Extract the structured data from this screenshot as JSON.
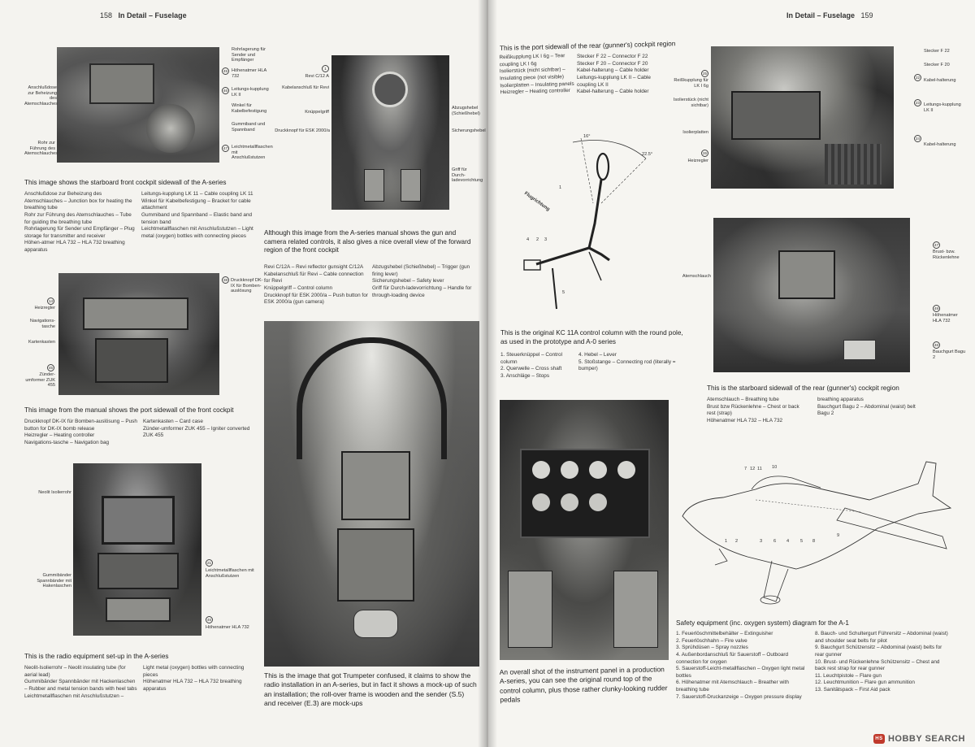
{
  "left_header": {
    "page_number": "158",
    "title": "In Detail – Fuselage"
  },
  "right_header": {
    "title": "In Detail – Fuselage",
    "page_number": "159"
  },
  "photo1": {
    "caption": "This image shows the starboard front cockpit sidewall of the A-series",
    "labels_left": [
      "Anschlußdose zur Beheizung des Atemschlauches",
      "Rohr zur Führung des Atemschlauches"
    ],
    "labels_right": [
      "Rohrlagerung für Sender und Empfänger",
      "Höhenatmer HLA 732",
      "Leitungs-kupplung LK II",
      "Winkel für Kabelbefestigung",
      "Gummiband und Spannband",
      "Leichtmetallflaschen mit Anschlußstutzen"
    ],
    "numbers": [
      "45",
      "46",
      "47"
    ],
    "col1": [
      "Anschlußdose zur Beheizung des Atemschlauches – Junction box for heating the breathing tube",
      "Rohr zur Führung des Atemschlauches – Tube for guiding the breathing tube",
      "Rohrlagerung für Sender und Empfänger – Plug storage for transmitter and receiver",
      "Höhen-atmer HLA 732 – HLA 732 breathing apparatus"
    ],
    "col2": [
      "Leitungs-kupplung LK 11 – Cable coupling LK 11",
      "Winkel für Kabelbefestigung – Bracket for cable attachment",
      "Gummiband und Spannband – Elastic band and tension band",
      "Leichtmetallflaschen mit Anschlußstutzen – Light metal (oxygen) bottles with connecting pieces"
    ]
  },
  "photo2": {
    "caption": "This image from the manual shows the port sidewall of the front cockpit",
    "labels_left": [
      "Heizregler",
      "Navigations-tasche",
      "Kartenkasten",
      "Zünder-umformer ZUK 455"
    ],
    "labels_right": [
      "Druckknopf DK-IX für Bomben-auslösung"
    ],
    "numbers": [
      "14",
      "45",
      "38"
    ],
    "col1": [
      "Druckknopf DK-IX für Bomben-auslösung – Push button for DK-IX bomb release",
      "Heizregler – Heating controller",
      "Navigations-tasche – Navigation bag"
    ],
    "col2": [
      "Kartenkasten – Card case",
      "Zünder-umformer ZUK 455 – Igniter converted ZUK 455"
    ]
  },
  "photo3": {
    "caption": "This is the radio equipment set-up in the A-series",
    "labels_left": [
      "Neolit Isolierrohr",
      "Gummibänder Spannbänder mit Hakenlaschen"
    ],
    "labels_right": [
      "Leichtmetallflaschen mit Anschlußstutzen",
      "Höhenatmer HLA 732"
    ],
    "numbers": [
      "21",
      "46"
    ],
    "col1": [
      "Neolit-Isolierrohr – Neolit insulating tube (for aerial lead)",
      "Gummibänder Spannbänder mit Hackenlaschen – Rubber and metal tension bands with heel tabs",
      "Leichtmetallflaschen mit Anschlußstutzen –"
    ],
    "col2": [
      "Light metal (oxygen) bottles with connecting pieces",
      "Höhenatmer HLA 732 – HLA 732 breathing apparatus"
    ]
  },
  "photo4": {
    "labels_left": [
      "Revi C/12 A",
      "Kabelanschluß für Revi",
      "Knüppelgriff",
      "Druckknopf für ESK 2000/a"
    ],
    "labels_right": [
      "Abzugshebel (Schießhebel)",
      "Sicherungshebel",
      "Griff für Durch-ladevorrichtung"
    ],
    "numbers": [
      "1"
    ],
    "caption": "Although this image from the A-series manual shows the gun and camera related controls, it also gives a nice overall view of the forward region of the front cockpit",
    "col1": [
      "Revi C/12A – Revi reflector gunsight C/12A",
      "Kabelanschluß für Revi – Cable connection for Revi",
      "Knüppelgriff – Control column",
      "Druckknopf für ESK 2000/a – Push button for ESK 2000/a (gun camera)"
    ],
    "col2": [
      "Abzugshebel (Schießhebel) – Trigger (gun firing lever)",
      "Sicherungshebel – Safety lever",
      "Griff für Durch-ladevorrichtung – Handle for through-loading device"
    ]
  },
  "photo5": {
    "caption": "This is the image that got Trumpeter confused, it claims to show the radio installation in an A-series, but in fact it shows a mock-up of such an installation; the roll-over frame is wooden and the sender (S.5) and receiver (E.3) are mock-ups"
  },
  "rear_sidewall_port": {
    "caption": "This is the port sidewall of the rear (gunner's) cockpit region",
    "col1": [
      "Reißkupplung LK I 6g – Tear coupling LK I 6g",
      "Isolierstück (nicht sichtbar) – Insulating piece (not visible)",
      "Isolierplatten – Insulating panels",
      "Heizregler – Heating controller"
    ],
    "col2": [
      "Stecker F 22 – Connector F 22",
      "Stecker F 20 – Connector F 20",
      "Kabel-halterung – Cable holder",
      "Leitungs-kupplung LK II – Cable coupling LK II",
      "Kabel-halterung – Cable holder"
    ]
  },
  "photo6": {
    "labels_left": [
      "Reißkupplung für LK I 6g",
      "Isolierstück (nicht sichtbar)",
      "Isolierplatten",
      "Heizregler"
    ],
    "labels_right": [
      "Stecker F 22",
      "Stecker F 20",
      "Kabel-halterung",
      "Leitungs-kupplung LK II",
      "Kabel-halterung"
    ],
    "numbers": [
      "25",
      "26",
      "22",
      "23",
      "24"
    ]
  },
  "control_column": {
    "caption": "This is the original KC 11A control column with the round pole, as used in the prototype and A-0 series",
    "dims": [
      "16°",
      "22.5°"
    ],
    "part_numbers": [
      "1",
      "2",
      "3",
      "4",
      "5"
    ],
    "col1": [
      "1. Steuerknüppel – Control column",
      "2. Querwelle – Cross shaft",
      "3. Anschläge – Stops"
    ],
    "col2": [
      "4. Hebel – Lever",
      "5. Stoßstange – Connecting rod (literally = bumper)"
    ],
    "arrow_label": "Flugrichtung"
  },
  "photo7": {
    "caption": "This is the starboard sidewall of the rear (gunner's) cockpit region",
    "labels_left": [
      "Atemschlauch"
    ],
    "labels_right": [
      "Brust- bzw. Rückenlehne",
      "Höhenatmer HLA 732",
      "Bauchgurt Bagu 2"
    ],
    "numbers": [
      "47",
      "49",
      "46"
    ],
    "col1": [
      "Atemschlauch – Breathing tube",
      "Brust bzw Rückenlehne – Chest or back rest (strap)",
      "Höhenatmer HLA 732 – HLA 732"
    ],
    "col2": [
      "breathing apparatus",
      "Bauchgurt Bagu 2 – Abdominal (waist) belt Bagu 2"
    ]
  },
  "photo8": {
    "caption": "An overall shot of the instrument panel in a production A-series, you can see the original round top of the control column, plus those rather clunky-looking rudder pedals"
  },
  "safety_diagram": {
    "caption": "Safety equipment (inc. oxygen system) diagram for the A-1",
    "numbers": [
      "7",
      "12",
      "11",
      "10",
      "1",
      "2",
      "3",
      "6",
      "4",
      "5",
      "8",
      "9"
    ],
    "col1": [
      "1. Feuerlöschmittelbehälter – Extinguisher",
      "2. Feuerlöschhahn – Fire valve",
      "3. Sprühdüsen – Spray nozzles",
      "4. Außenbordanschluß für Sauerstoff – Outboard connection for oxygen",
      "5. Sauerstoff-Leicht-metallflaschen – Oxygen light metal bottles",
      "6. Höhenatmer mit Atemschlauch – Breather with breathing tube",
      "7. Sauerstoff-Druckanzeige – Oxygen pressure display"
    ],
    "col2": [
      "8. Bauch- und Schulter­gurt Führersitz – Abdominal (waist) and shoulder seat belts for pilot",
      "9. Bauchgurt Schützensitz – Abdominal (waist) belts for rear gunner",
      "10. Brust- und Rückenlehne Schützensitz – Chest and back rest strap for rear gunner",
      "11. Leuchtpistole – Flare gun",
      "12. Leuchtmunition – Flare gun ammunition",
      "13. Sanitätspack – First Aid pack"
    ]
  },
  "watermark": {
    "logo": "HS",
    "text": "HOBBY SEARCH"
  }
}
